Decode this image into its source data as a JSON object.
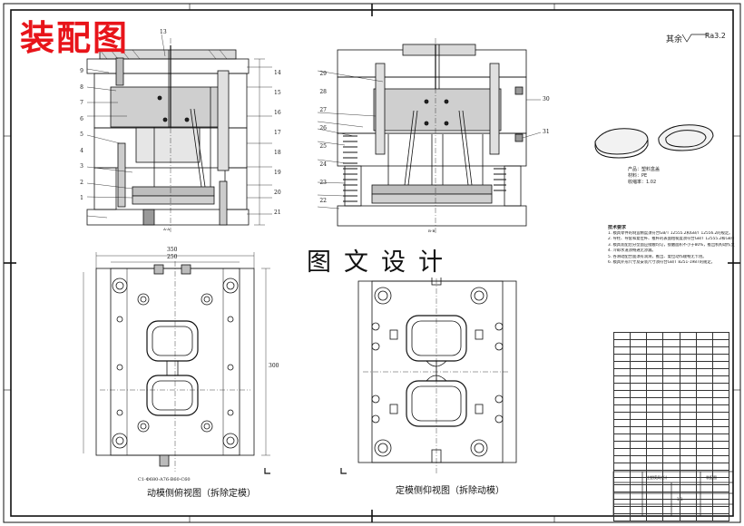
{
  "drawing": {
    "title": "装配图",
    "watermark": "图文设计",
    "left_plan_caption": "动模侧俯视图（拆除定模）",
    "right_plan_caption": "定模侧仰视图（拆除动模）",
    "roughness_label": "其余",
    "roughness_value": "Ra3.2",
    "section_a_label": "A-A",
    "section_b_label": "B-B",
    "dim_total_width": "350",
    "dim_plate_width": "250",
    "dim_height": "300",
    "dim_bottom": "C1-Φ680-A76-B60-C60",
    "left_callouts": [
      "13",
      "9",
      "8",
      "7",
      "6",
      "5",
      "4",
      "3",
      "2",
      "1"
    ],
    "right_callouts": [
      "14",
      "15",
      "16",
      "17",
      "18",
      "19",
      "20",
      "21"
    ],
    "mid_callouts": [
      "29",
      "28",
      "27",
      "26",
      "25",
      "24",
      "23",
      "22"
    ],
    "far_right_callouts": [
      "30",
      "31"
    ]
  },
  "product": {
    "name": "产品：塑料盒盖",
    "material": "材料：PE",
    "shrinkage": "收缩率：1.02"
  },
  "notes": {
    "heading": "技术要求",
    "lines": [
      "1. 模具零件的制造精度须符合GB/T 12555.2和GB/T 12556.2的规定。",
      "2. 导柱、导套和复位杆、推杆的表面粗糙度须符合GB/T 12555.2和GB/T 12556.2。",
      "3. 模具装配后分型面应接触均匀，接触面积不小于80%，推出机构动作灵活可靠。",
      "4. 冷却水道须畅通无渗漏。",
      "5. 各滑动配合面须有润滑，推出、复位动作顺畅无卡阻。",
      "6. 模具外形尺寸及安装尺寸须符合GB/T 8251-1987的规定。"
    ]
  },
  "title_block": {
    "name": "注塑模具设计",
    "drawing_name": "装配图",
    "scale": "1:1"
  }
}
